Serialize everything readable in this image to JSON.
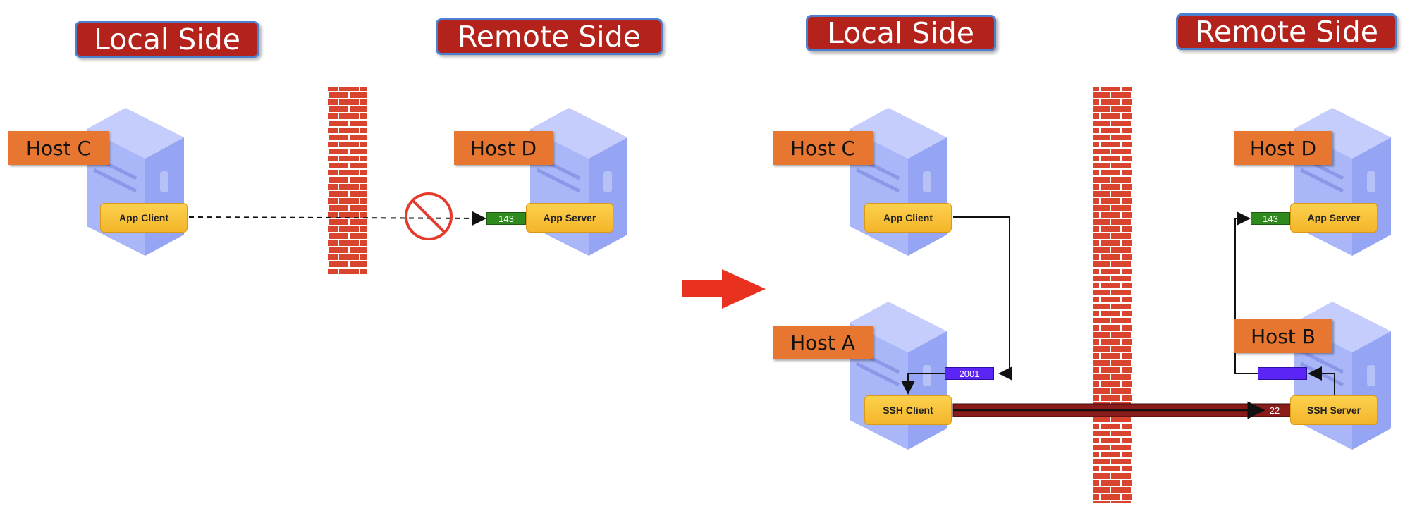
{
  "left_panel": {
    "local_title": "Local Side",
    "remote_title": "Remote Side",
    "host_c": {
      "label": "Host C",
      "app": "App Client"
    },
    "host_d": {
      "label": "Host D",
      "app": "App Server",
      "port": "143"
    }
  },
  "right_panel": {
    "local_title": "Local Side",
    "remote_title": "Remote Side",
    "host_c": {
      "label": "Host C",
      "app": "App Client"
    },
    "host_a": {
      "label": "Host A",
      "app": "SSH Client",
      "port": "2001"
    },
    "host_d": {
      "label": "Host D",
      "app": "App Server",
      "port": "143"
    },
    "host_b": {
      "label": "Host B",
      "app": "SSH Server",
      "port": "22"
    }
  },
  "colors": {
    "title_bg": "#b3221b",
    "host_label_bg": "#e67630",
    "app_box": "#f4b52a",
    "port_green": "#2f8a1d",
    "port_purple": "#5a25f5",
    "tunnel": "#8b1a1a",
    "firewall": "#d9442f",
    "transition_arrow": "#e8321f",
    "blocked_sign": "#e53b2f"
  },
  "icons": [
    "server-icon",
    "firewall-icon",
    "blocked-icon",
    "arrow-right-icon"
  ]
}
